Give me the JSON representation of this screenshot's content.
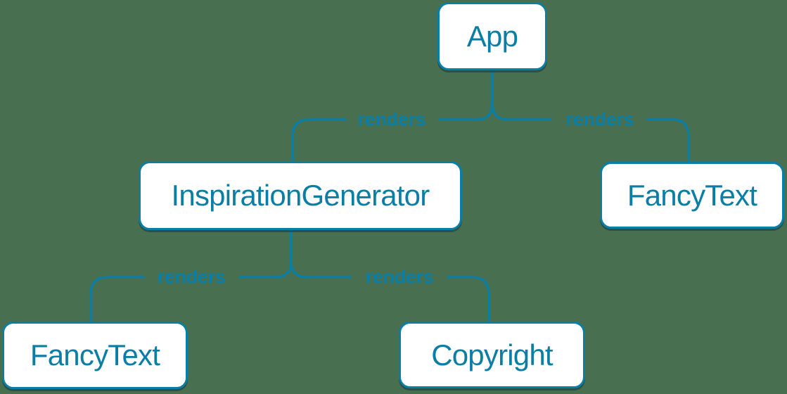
{
  "diagram": {
    "type": "tree",
    "colors": {
      "background": "#486F50",
      "accent": "#0a7ea4",
      "node_fill": "#ffffff",
      "shadow": "rgba(9,42,60,0.45)"
    },
    "nodes": [
      {
        "id": "app",
        "label": "App"
      },
      {
        "id": "inspiration-generator",
        "label": "InspirationGenerator"
      },
      {
        "id": "fancy-text-top",
        "label": "FancyText"
      },
      {
        "id": "fancy-text-bottom",
        "label": "FancyText"
      },
      {
        "id": "copyright",
        "label": "Copyright"
      }
    ],
    "edges": [
      {
        "from": "App",
        "to": "InspirationGenerator",
        "label": "renders"
      },
      {
        "from": "App",
        "to": "FancyText",
        "label": "renders"
      },
      {
        "from": "InspirationGenerator",
        "to": "FancyText",
        "label": "renders"
      },
      {
        "from": "InspirationGenerator",
        "to": "Copyright",
        "label": "renders"
      }
    ]
  }
}
